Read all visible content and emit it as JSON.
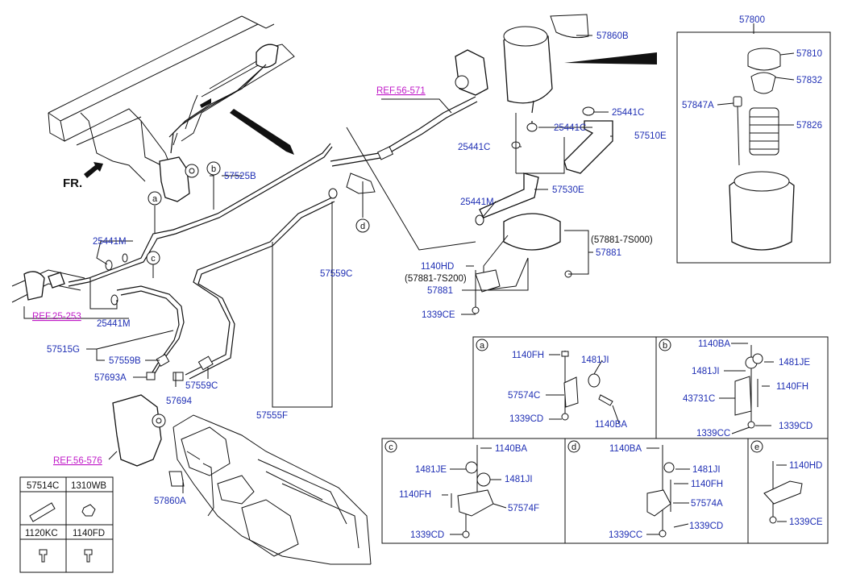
{
  "labels": {
    "l_57860B": "57860B",
    "l_57800": "57800",
    "l_57810": "57810",
    "l_57832": "57832",
    "l_57847A": "57847A",
    "l_57826": "57826",
    "l_ref56571": "REF.56-571",
    "l_25441C_a": "25441C",
    "l_25441C_b": "25441C",
    "l_25441C_c": "25441C",
    "l_57510E": "57510E",
    "l_57530E": "57530E",
    "l_25441M_r": "25441M",
    "l_57881_7S000": "(57881-7S000)",
    "l_57881_a": "57881",
    "l_1140HD": "1140HD",
    "l_57881_7S200": "(57881-7S200)",
    "l_57881_b": "57881",
    "l_1339CE": "1339CE",
    "l_fr": "FR.",
    "l_57525B": "57525B",
    "l_25441M_a": "25441M",
    "l_ref25253": "REF.25-253",
    "l_25441M_b": "25441M",
    "l_57559C_a": "57559C",
    "l_57515G": "57515G",
    "l_57559B": "57559B",
    "l_57693A": "57693A",
    "l_57694": "57694",
    "l_57559C_b": "57559C",
    "l_57555F": "57555F",
    "l_ref56576": "REF.56-576",
    "l_57860A": "57860A"
  },
  "callouts": [
    "a",
    "b",
    "c",
    "d",
    "e"
  ],
  "legend": {
    "cells": [
      {
        "code": "57514C"
      },
      {
        "code": "1310WB"
      },
      {
        "code": "1120KC"
      },
      {
        "code": "1140FD"
      }
    ]
  },
  "detail_a": {
    "letter": "a",
    "labels": [
      "1140FH",
      "1481JI",
      "57574C",
      "1339CD",
      "1140BA"
    ]
  },
  "detail_b": {
    "letter": "b",
    "labels": [
      "1140BA",
      "1481JE",
      "1481JI",
      "1140FH",
      "43731C",
      "1339CC",
      "1339CD"
    ]
  },
  "detail_c": {
    "letter": "c",
    "labels": [
      "1140BA",
      "1481JE",
      "1481JI",
      "1140FH",
      "57574F",
      "1339CD"
    ]
  },
  "detail_d": {
    "letter": "d",
    "labels": [
      "1140BA",
      "1481JI",
      "1140FH",
      "57574A",
      "1339CC",
      "1339CD"
    ]
  },
  "detail_e": {
    "letter": "e",
    "labels": [
      "1140HD",
      "1339CE"
    ]
  }
}
